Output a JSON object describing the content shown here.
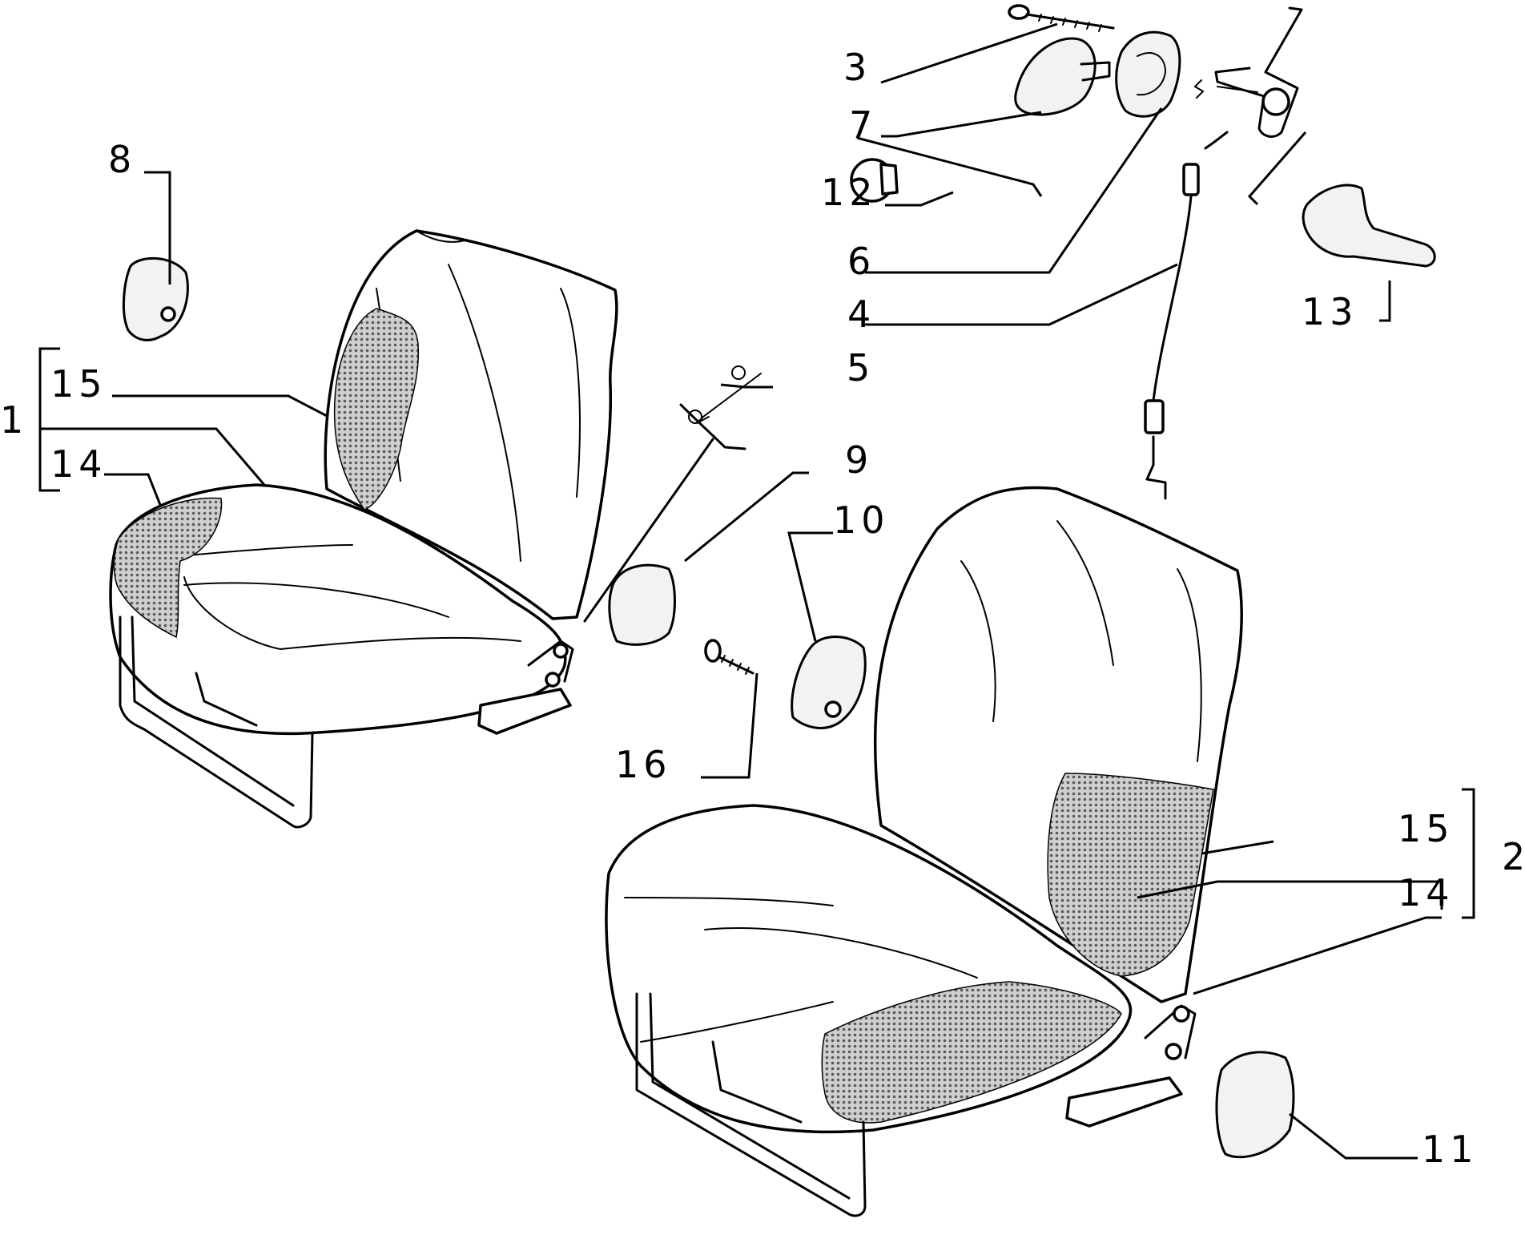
{
  "callouts": [
    {
      "id": "1",
      "text": "1"
    },
    {
      "id": "2",
      "text": "2"
    },
    {
      "id": "3",
      "text": "3"
    },
    {
      "id": "4",
      "text": "4"
    },
    {
      "id": "5",
      "text": "5"
    },
    {
      "id": "6",
      "text": "6"
    },
    {
      "id": "7",
      "text": "7"
    },
    {
      "id": "8",
      "text": "8"
    },
    {
      "id": "9",
      "text": "9"
    },
    {
      "id": "10",
      "text": "10"
    },
    {
      "id": "11",
      "text": "11"
    },
    {
      "id": "12",
      "text": "12"
    },
    {
      "id": "13",
      "text": "13"
    },
    {
      "id": "14a",
      "text": "14"
    },
    {
      "id": "14b",
      "text": "14"
    },
    {
      "id": "15a",
      "text": "15"
    },
    {
      "id": "15b",
      "text": "15"
    },
    {
      "id": "16",
      "text": "16"
    }
  ],
  "colors": {
    "line": "#000000",
    "background": "#ffffff",
    "shading": "#7a7a7a"
  }
}
